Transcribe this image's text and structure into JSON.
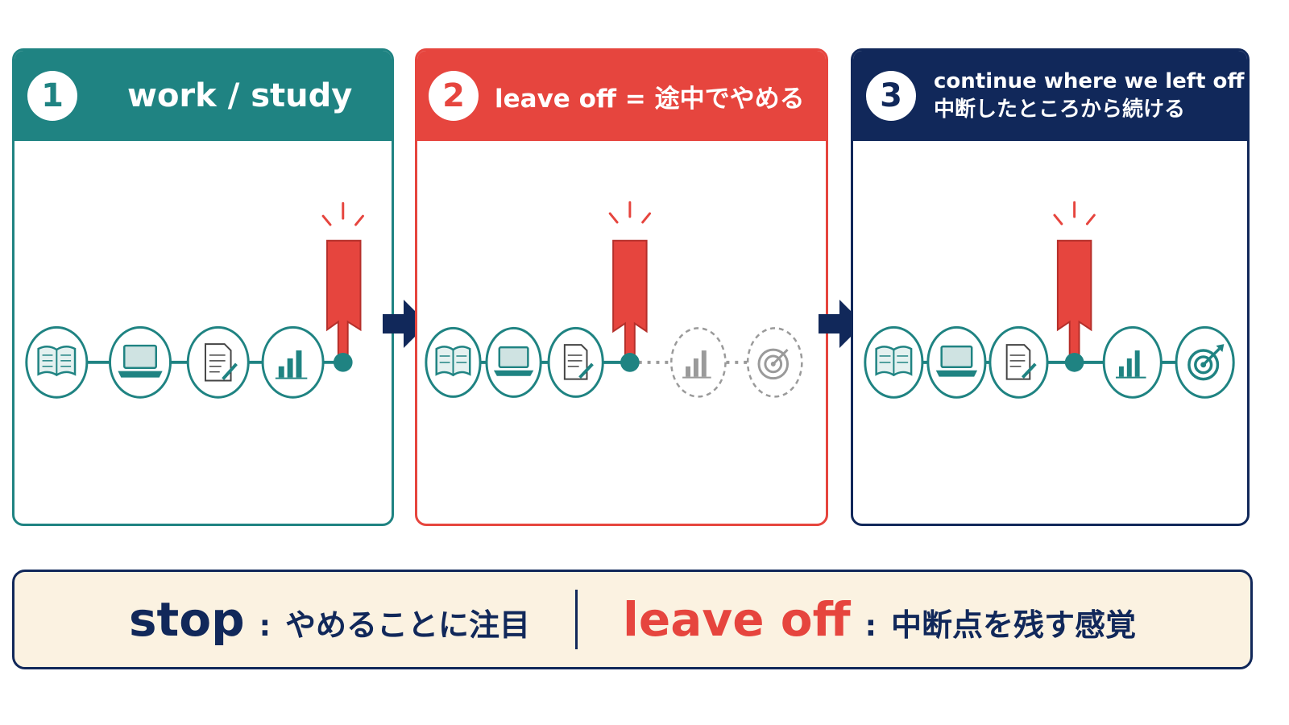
{
  "panels": [
    {
      "number": "1",
      "title": "work / study"
    },
    {
      "number": "2",
      "title": "leave off = 途中でやめる"
    },
    {
      "number": "3",
      "title_line1": "continue where we left off =",
      "title_line2": "中断したところから続ける"
    }
  ],
  "summary": {
    "left_keyword": "stop",
    "left_colon": ":",
    "left_desc": "やめることに注目",
    "right_keyword": "leave off",
    "right_colon": ":",
    "right_desc": "中断点を残す感覚"
  },
  "colors": {
    "teal": "#1f8382",
    "red": "#e6453e",
    "navy": "#11285a",
    "cream": "#fbf2e1",
    "gray": "#9a9a9a"
  },
  "icons": [
    "book-icon",
    "laptop-icon",
    "document-pen-icon",
    "bar-chart-icon",
    "target-icon",
    "bookmark-icon",
    "right-arrow-icon"
  ]
}
